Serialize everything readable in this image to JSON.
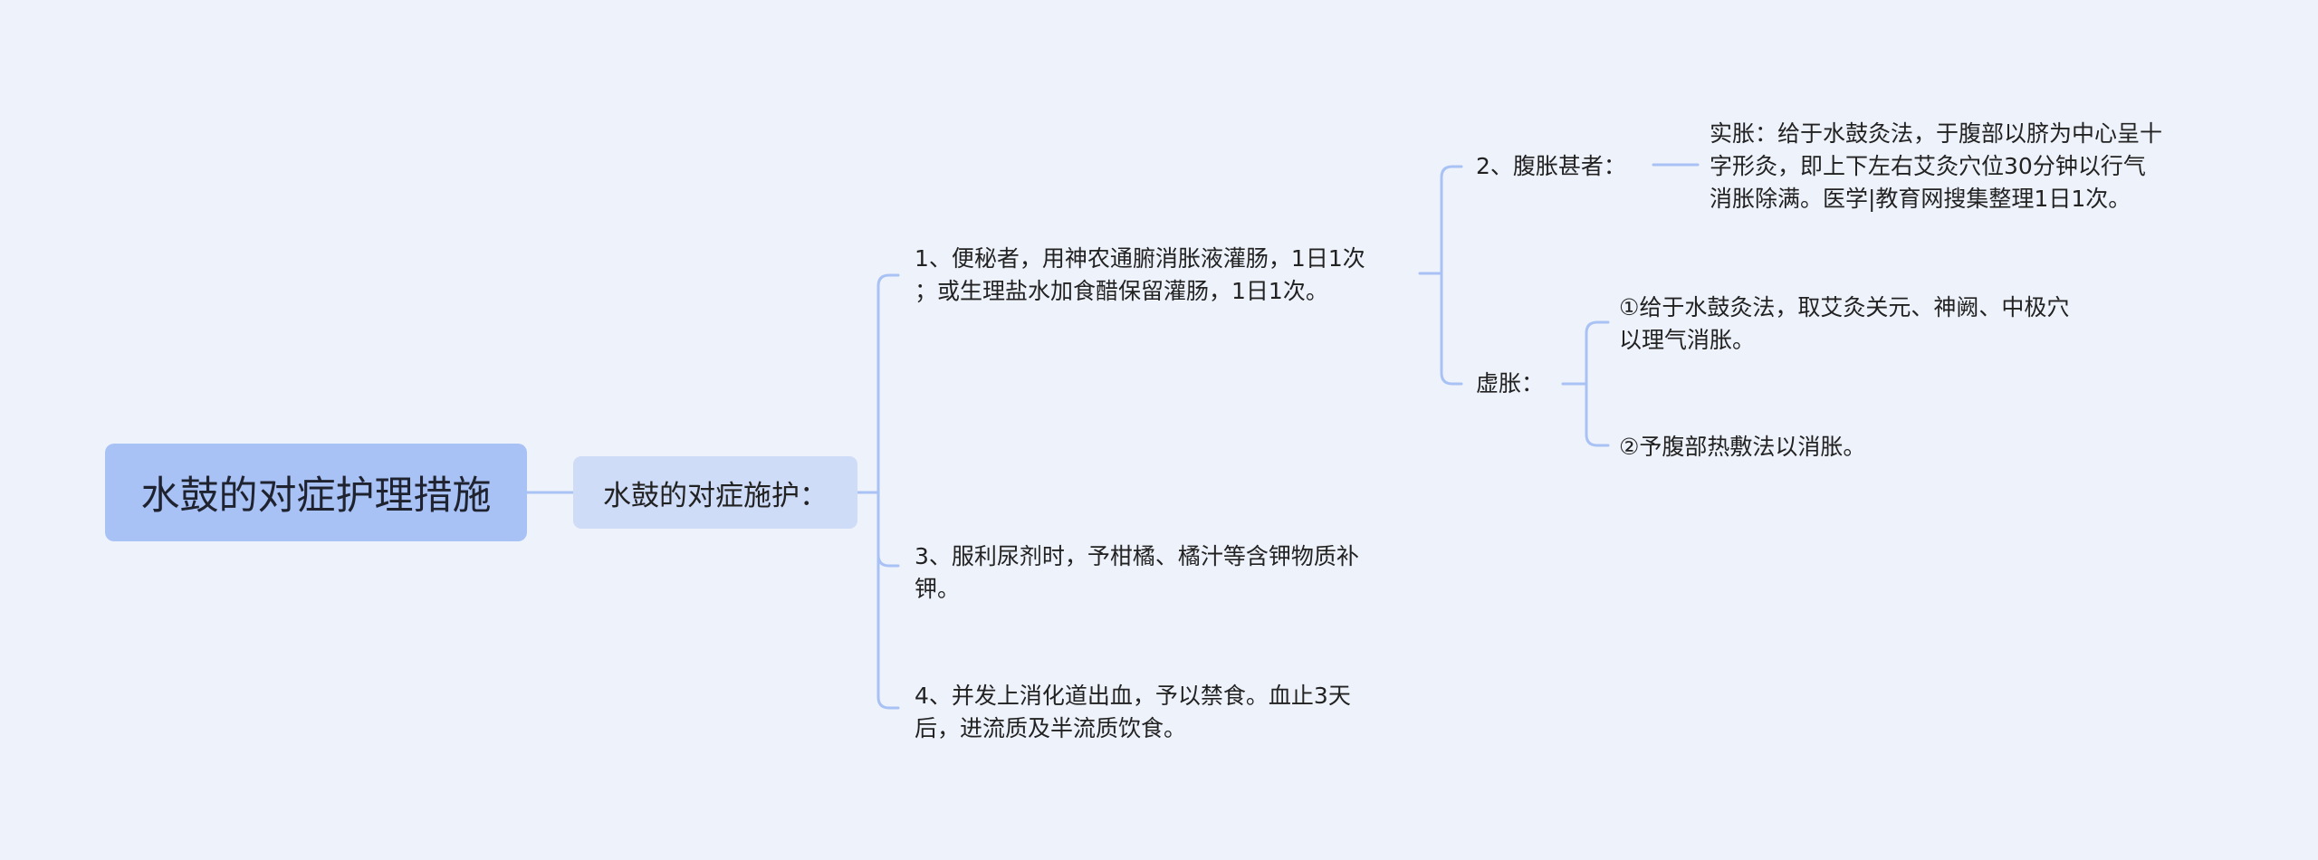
{
  "mindmap": {
    "root": {
      "label": "水鼓的对症护理措施"
    },
    "main": {
      "label": "水鼓的对症施护："
    },
    "item1": {
      "line1": "1、便秘者，用神农通腑消胀液灌肠，1日1次",
      "line2": "；或生理盐水加食醋保留灌肠，1日1次。"
    },
    "item2": {
      "label": "2、腹胀甚者："
    },
    "shizhang": {
      "line1": "实胀：给于水鼓灸法，于腹部以脐为中心呈十",
      "line2": "字形灸，即上下左右艾灸穴位30分钟以行气",
      "line3": "消胀除满。医学|教育网搜集整理1日1次。"
    },
    "xuzhang": {
      "label": "虚胀："
    },
    "xu1": {
      "line1": "①给于水鼓灸法，取艾灸关元、神阙、中极穴",
      "line2": "以理气消胀。"
    },
    "xu2": {
      "label": "②予腹部热敷法以消胀。"
    },
    "item3": {
      "line1": "3、服利尿剂时，予柑橘、橘汁等含钾物质补",
      "line2": "钾。"
    },
    "item4": {
      "line1": "4、并发上消化道出血，予以禁食。血止3天",
      "line2": "后，进流质及半流质饮食。"
    }
  },
  "colors": {
    "background": "#eef2fb",
    "root_fill": "#a9c2f6",
    "main_fill": "#cfdcf8",
    "connector": "#a9c2f6"
  }
}
